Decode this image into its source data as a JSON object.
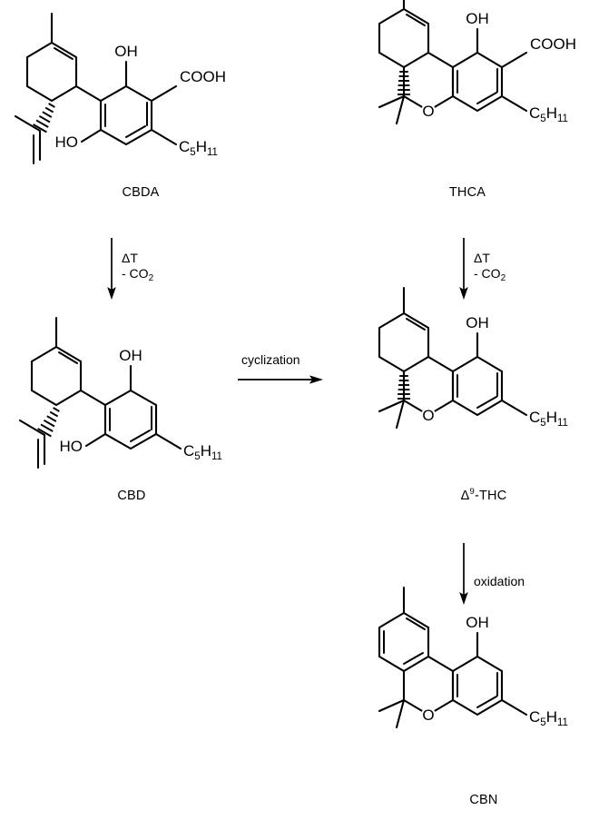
{
  "diagram": {
    "title": "Cannabinoid decarboxylation, cyclization and oxidation scheme",
    "background_color": "#ffffff",
    "line_color": "#000000"
  },
  "compounds": [
    {
      "id": "cbda",
      "label": "CBDA",
      "position": "top-left",
      "atom_labels": [
        "OH",
        "COOH",
        "HO",
        "C5H11"
      ]
    },
    {
      "id": "thca",
      "label": "THCA",
      "position": "top-right",
      "atom_labels": [
        "OH",
        "COOH",
        "O",
        "C5H11"
      ]
    },
    {
      "id": "cbd",
      "label": "CBD",
      "position": "middle-left",
      "atom_labels": [
        "OH",
        "HO",
        "C5H11"
      ]
    },
    {
      "id": "thc",
      "label_html": "&Delta;<sup>9</sup>-THC",
      "label": "Δ9-THC",
      "position": "middle-right",
      "atom_labels": [
        "OH",
        "O",
        "C5H11"
      ]
    },
    {
      "id": "cbn",
      "label": "CBN",
      "position": "bottom-right",
      "atom_labels": [
        "OH",
        "O",
        "C5H11"
      ]
    }
  ],
  "atoms": {
    "oh": "OH",
    "ho": "HO",
    "cooh": "COOH",
    "o": "O",
    "pentyl_main": "C",
    "pentyl_sub1": "5",
    "pentyl_h": "H",
    "pentyl_sub2": "11"
  },
  "arrows": [
    {
      "id": "cbda-to-cbd",
      "direction": "down",
      "from": "CBDA",
      "to": "CBD",
      "label_line1": "ΔT",
      "label_line2_prefix": "- CO",
      "label_line2_sub": "2"
    },
    {
      "id": "thca-to-thc",
      "direction": "down",
      "from": "THCA",
      "to": "Δ9-THC",
      "label_line1": "ΔT",
      "label_line2_prefix": "- CO",
      "label_line2_sub": "2"
    },
    {
      "id": "cbd-to-thc",
      "direction": "right",
      "from": "CBD",
      "to": "Δ9-THC",
      "label_line1": "cyclization",
      "label_line2_prefix": "",
      "label_line2_sub": ""
    },
    {
      "id": "thc-to-cbn",
      "direction": "down",
      "from": "Δ9-THC",
      "to": "CBN",
      "label_line1": "oxidation",
      "label_line2_prefix": "",
      "label_line2_sub": ""
    }
  ]
}
